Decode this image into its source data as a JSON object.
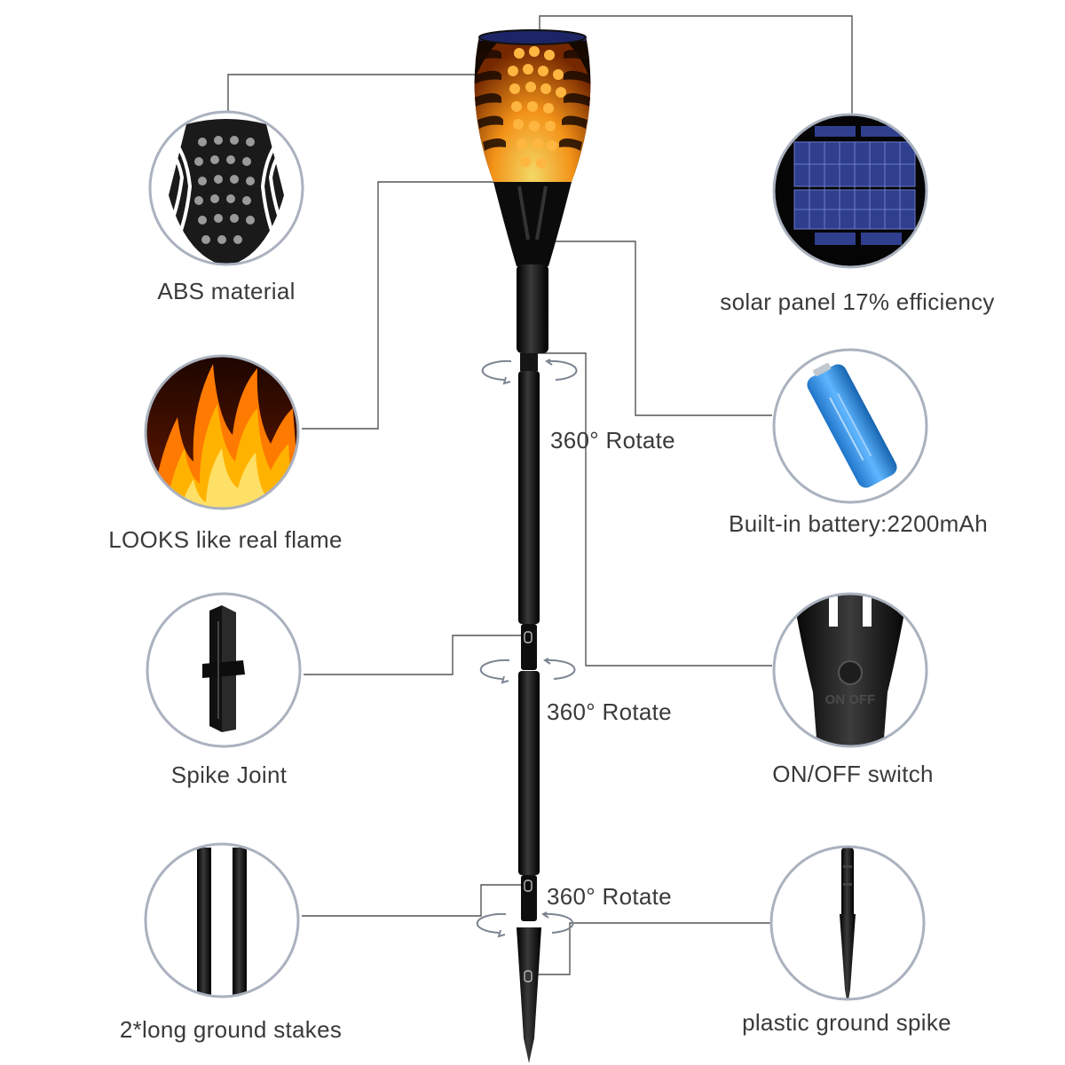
{
  "features": {
    "abs": "ABS material",
    "flame": "LOOKS like real flame",
    "spike_joint": "Spike Joint",
    "stakes": "2*long ground stakes",
    "solar": "solar panel 17% efficiency",
    "battery": "Built-in battery:2200mAh",
    "switch": "ON/OFF switch",
    "ground_spike": "plastic ground spike"
  },
  "rotate_labels": [
    "360° Rotate",
    "360° Rotate",
    "360° Rotate"
  ],
  "switch_text": "ON OFF",
  "colors": {
    "circle_border": "#aab2be",
    "leader_line": "#555555",
    "label_text": "#3a3a3a",
    "pole": "#111111",
    "flame": "#f5a623",
    "solar_cell": "#2f3f8e",
    "battery": "#2a8de0"
  }
}
